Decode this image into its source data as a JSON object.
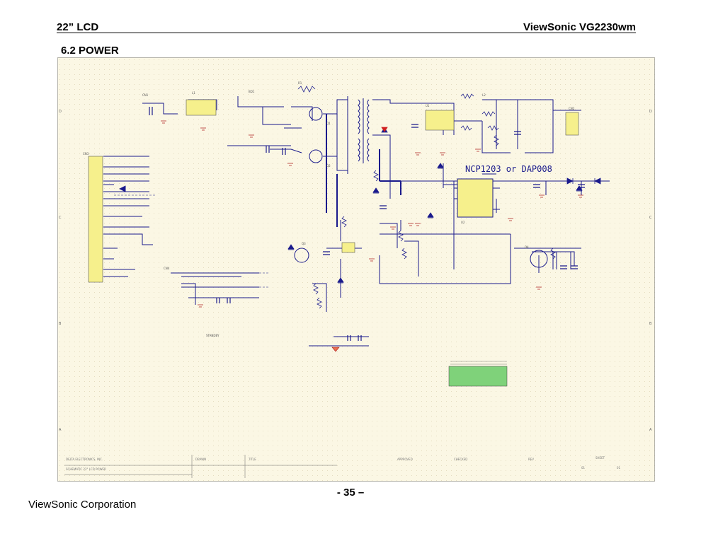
{
  "header": {
    "left": "22” LCD",
    "right": "ViewSonic VG2230wm"
  },
  "section": {
    "title": "6.2 POWER"
  },
  "schematic": {
    "controller_label": "NCP1203  or  DAP008",
    "colors": {
      "background": "#fbf7e4",
      "wire": "#1a1a8c",
      "ground": "#b02020",
      "component_fill": "#f6f08c",
      "diode": "#1a1a8c",
      "note_box_fill": "#7fd27a"
    }
  },
  "page_number": "- 35 –",
  "footer": {
    "company": "ViewSonic Corporation"
  }
}
